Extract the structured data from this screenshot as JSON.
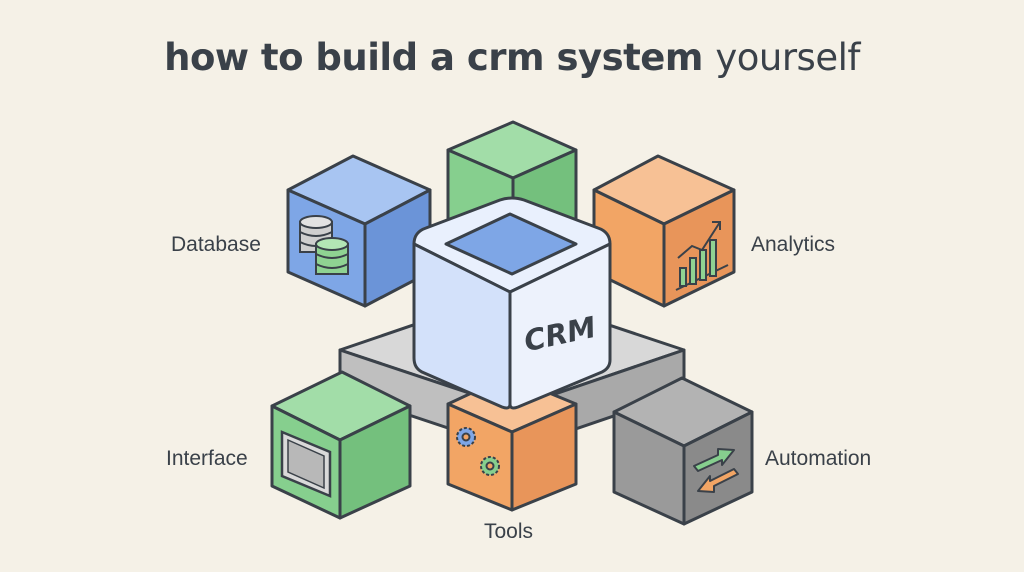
{
  "title": {
    "main": "how to build a crm system",
    "tail": "yourself"
  },
  "center": {
    "label": "CRM"
  },
  "components": [
    {
      "id": "database",
      "label": "Database",
      "icon": "database-icon",
      "color": "#7ea6e6"
    },
    {
      "id": "analytics",
      "label": "Analytics",
      "icon": "bar-chart-icon",
      "color": "#f2a565"
    },
    {
      "id": "interface",
      "label": "Interface",
      "icon": "tablet-icon",
      "color": "#86cf8e"
    },
    {
      "id": "tools",
      "label": "Tools",
      "icon": "gears-icon",
      "color": "#f2a565"
    },
    {
      "id": "automation",
      "label": "Automation",
      "icon": "arrows-swap-icon",
      "color": "#9a9a9a"
    }
  ],
  "colors": {
    "background": "#f5f1e7",
    "outline": "#3a4149",
    "blue": "#7ea6e6",
    "green": "#86cf8e",
    "orange": "#f2a565",
    "gray": "#bfbfbf",
    "crm": "#dce7fb"
  }
}
